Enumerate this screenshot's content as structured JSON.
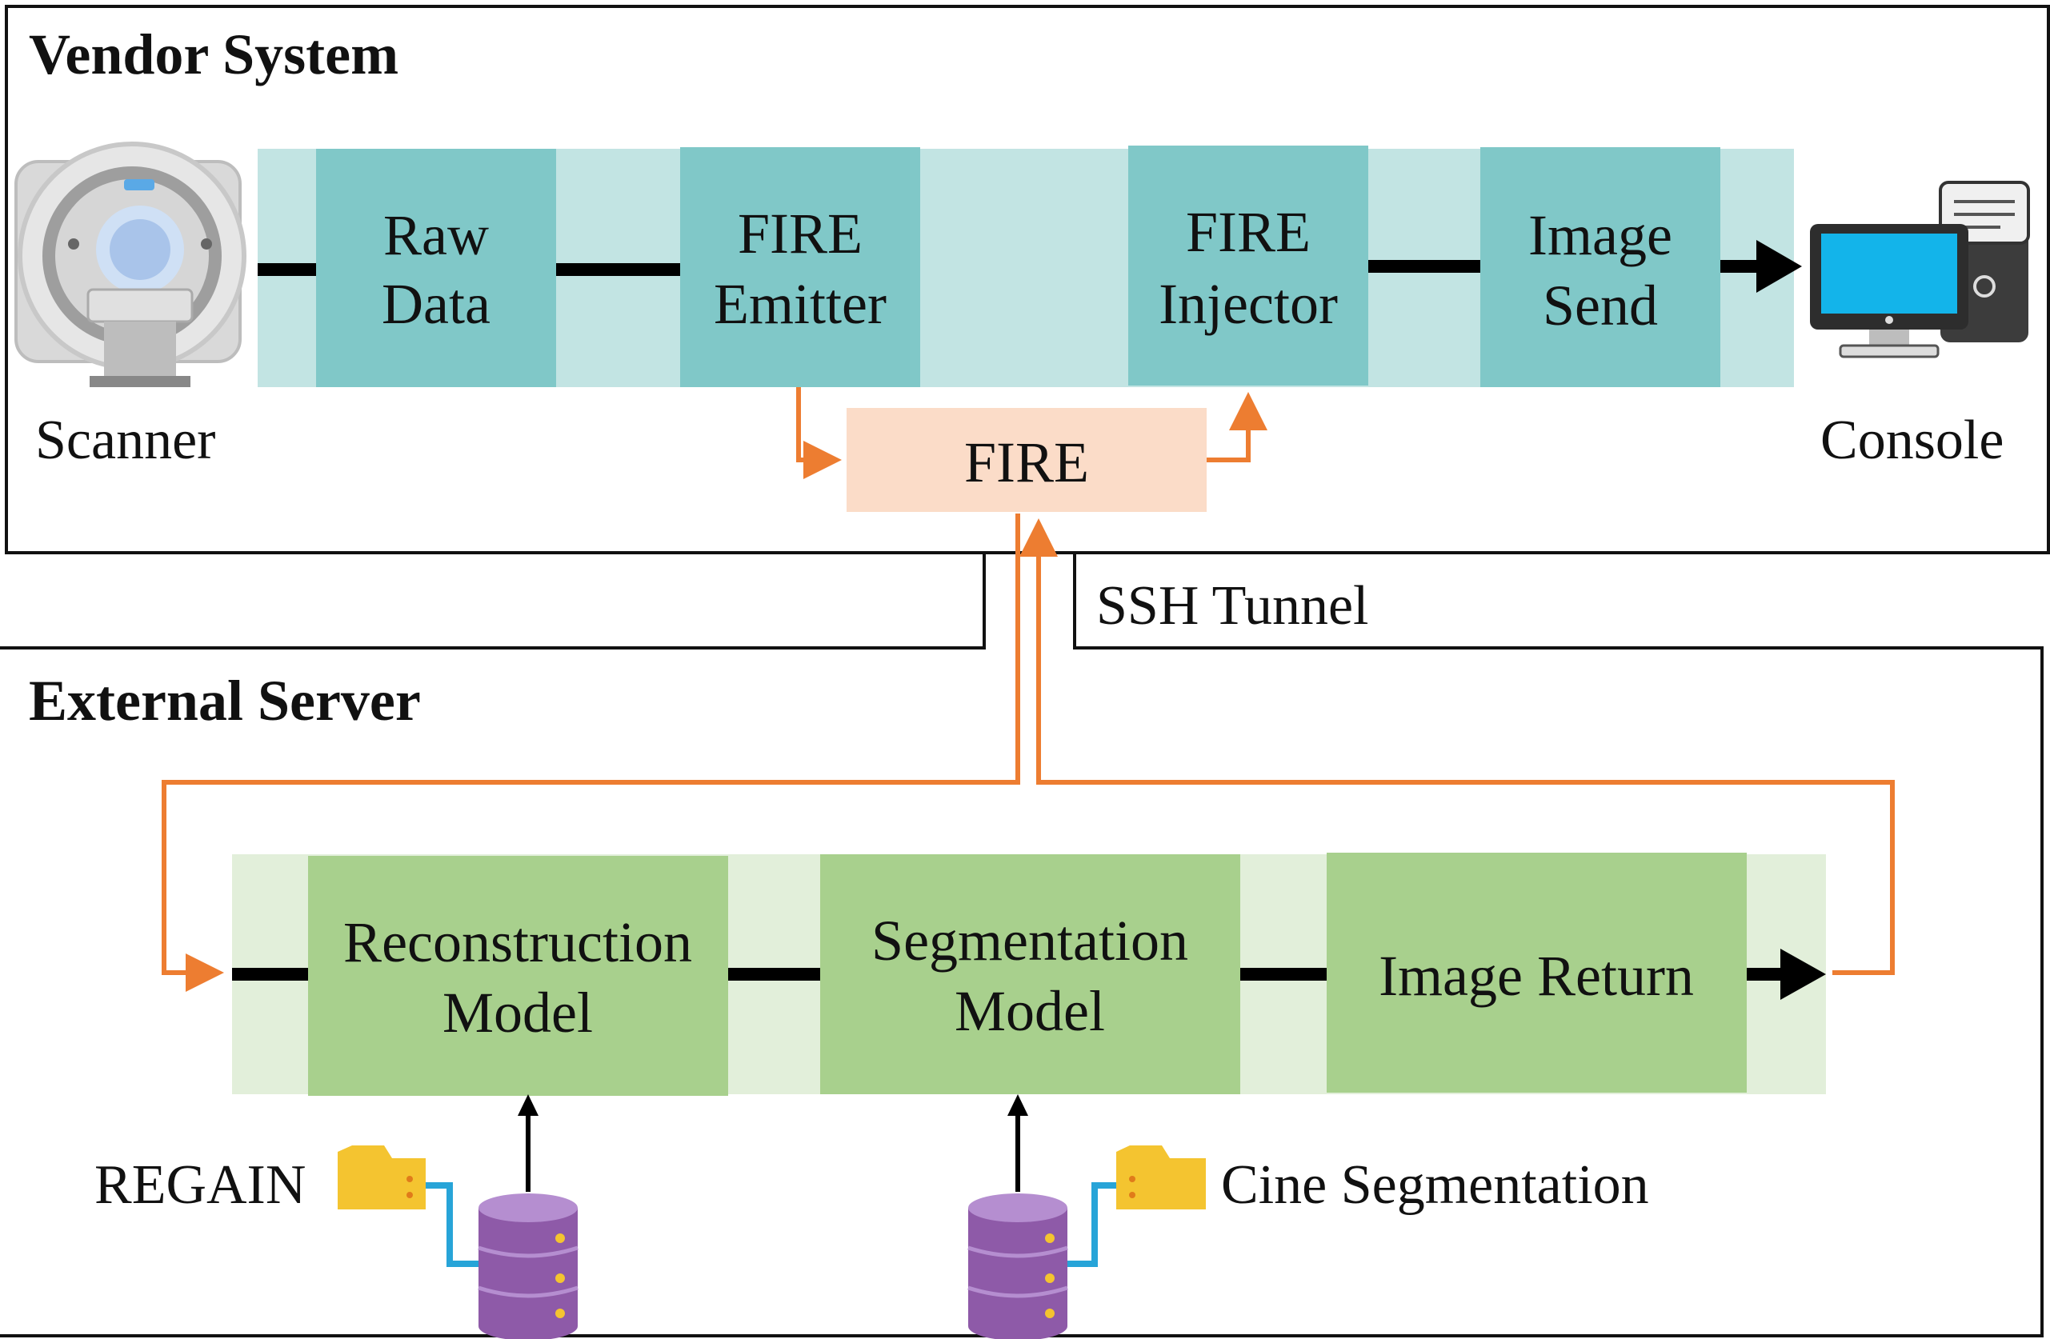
{
  "vendor_system": {
    "title": "Vendor System",
    "scanner_label": "Scanner",
    "console_label": "Console",
    "pipeline": [
      {
        "line1": "Raw",
        "line2": "Data"
      },
      {
        "line1": "FIRE",
        "line2": "Emitter"
      },
      {
        "line1": "FIRE",
        "line2": "Injector"
      },
      {
        "line1": "Image",
        "line2": "Send"
      }
    ],
    "fire_label": "FIRE"
  },
  "tunnel": {
    "label": "SSH Tunnel"
  },
  "external_server": {
    "title": "External Server",
    "pipeline": [
      {
        "line1": "Reconstruction",
        "line2": "Model"
      },
      {
        "line1": "Segmentation",
        "line2": "Model"
      },
      {
        "line1": "Image Return"
      }
    ],
    "left_model_label": "REGAIN",
    "right_model_label": "Cine Segmentation"
  },
  "colors": {
    "vendor_band": "#c2e4e3",
    "vendor_box": "#80c8c8",
    "fire_box": "#fbdcc8",
    "external_band": "#e2efda",
    "external_box": "#a8d08d",
    "orange_arrow": "#ed7d31",
    "folder": "#f4c430",
    "database": "#8e5aa8",
    "link": "#27a4d8"
  }
}
